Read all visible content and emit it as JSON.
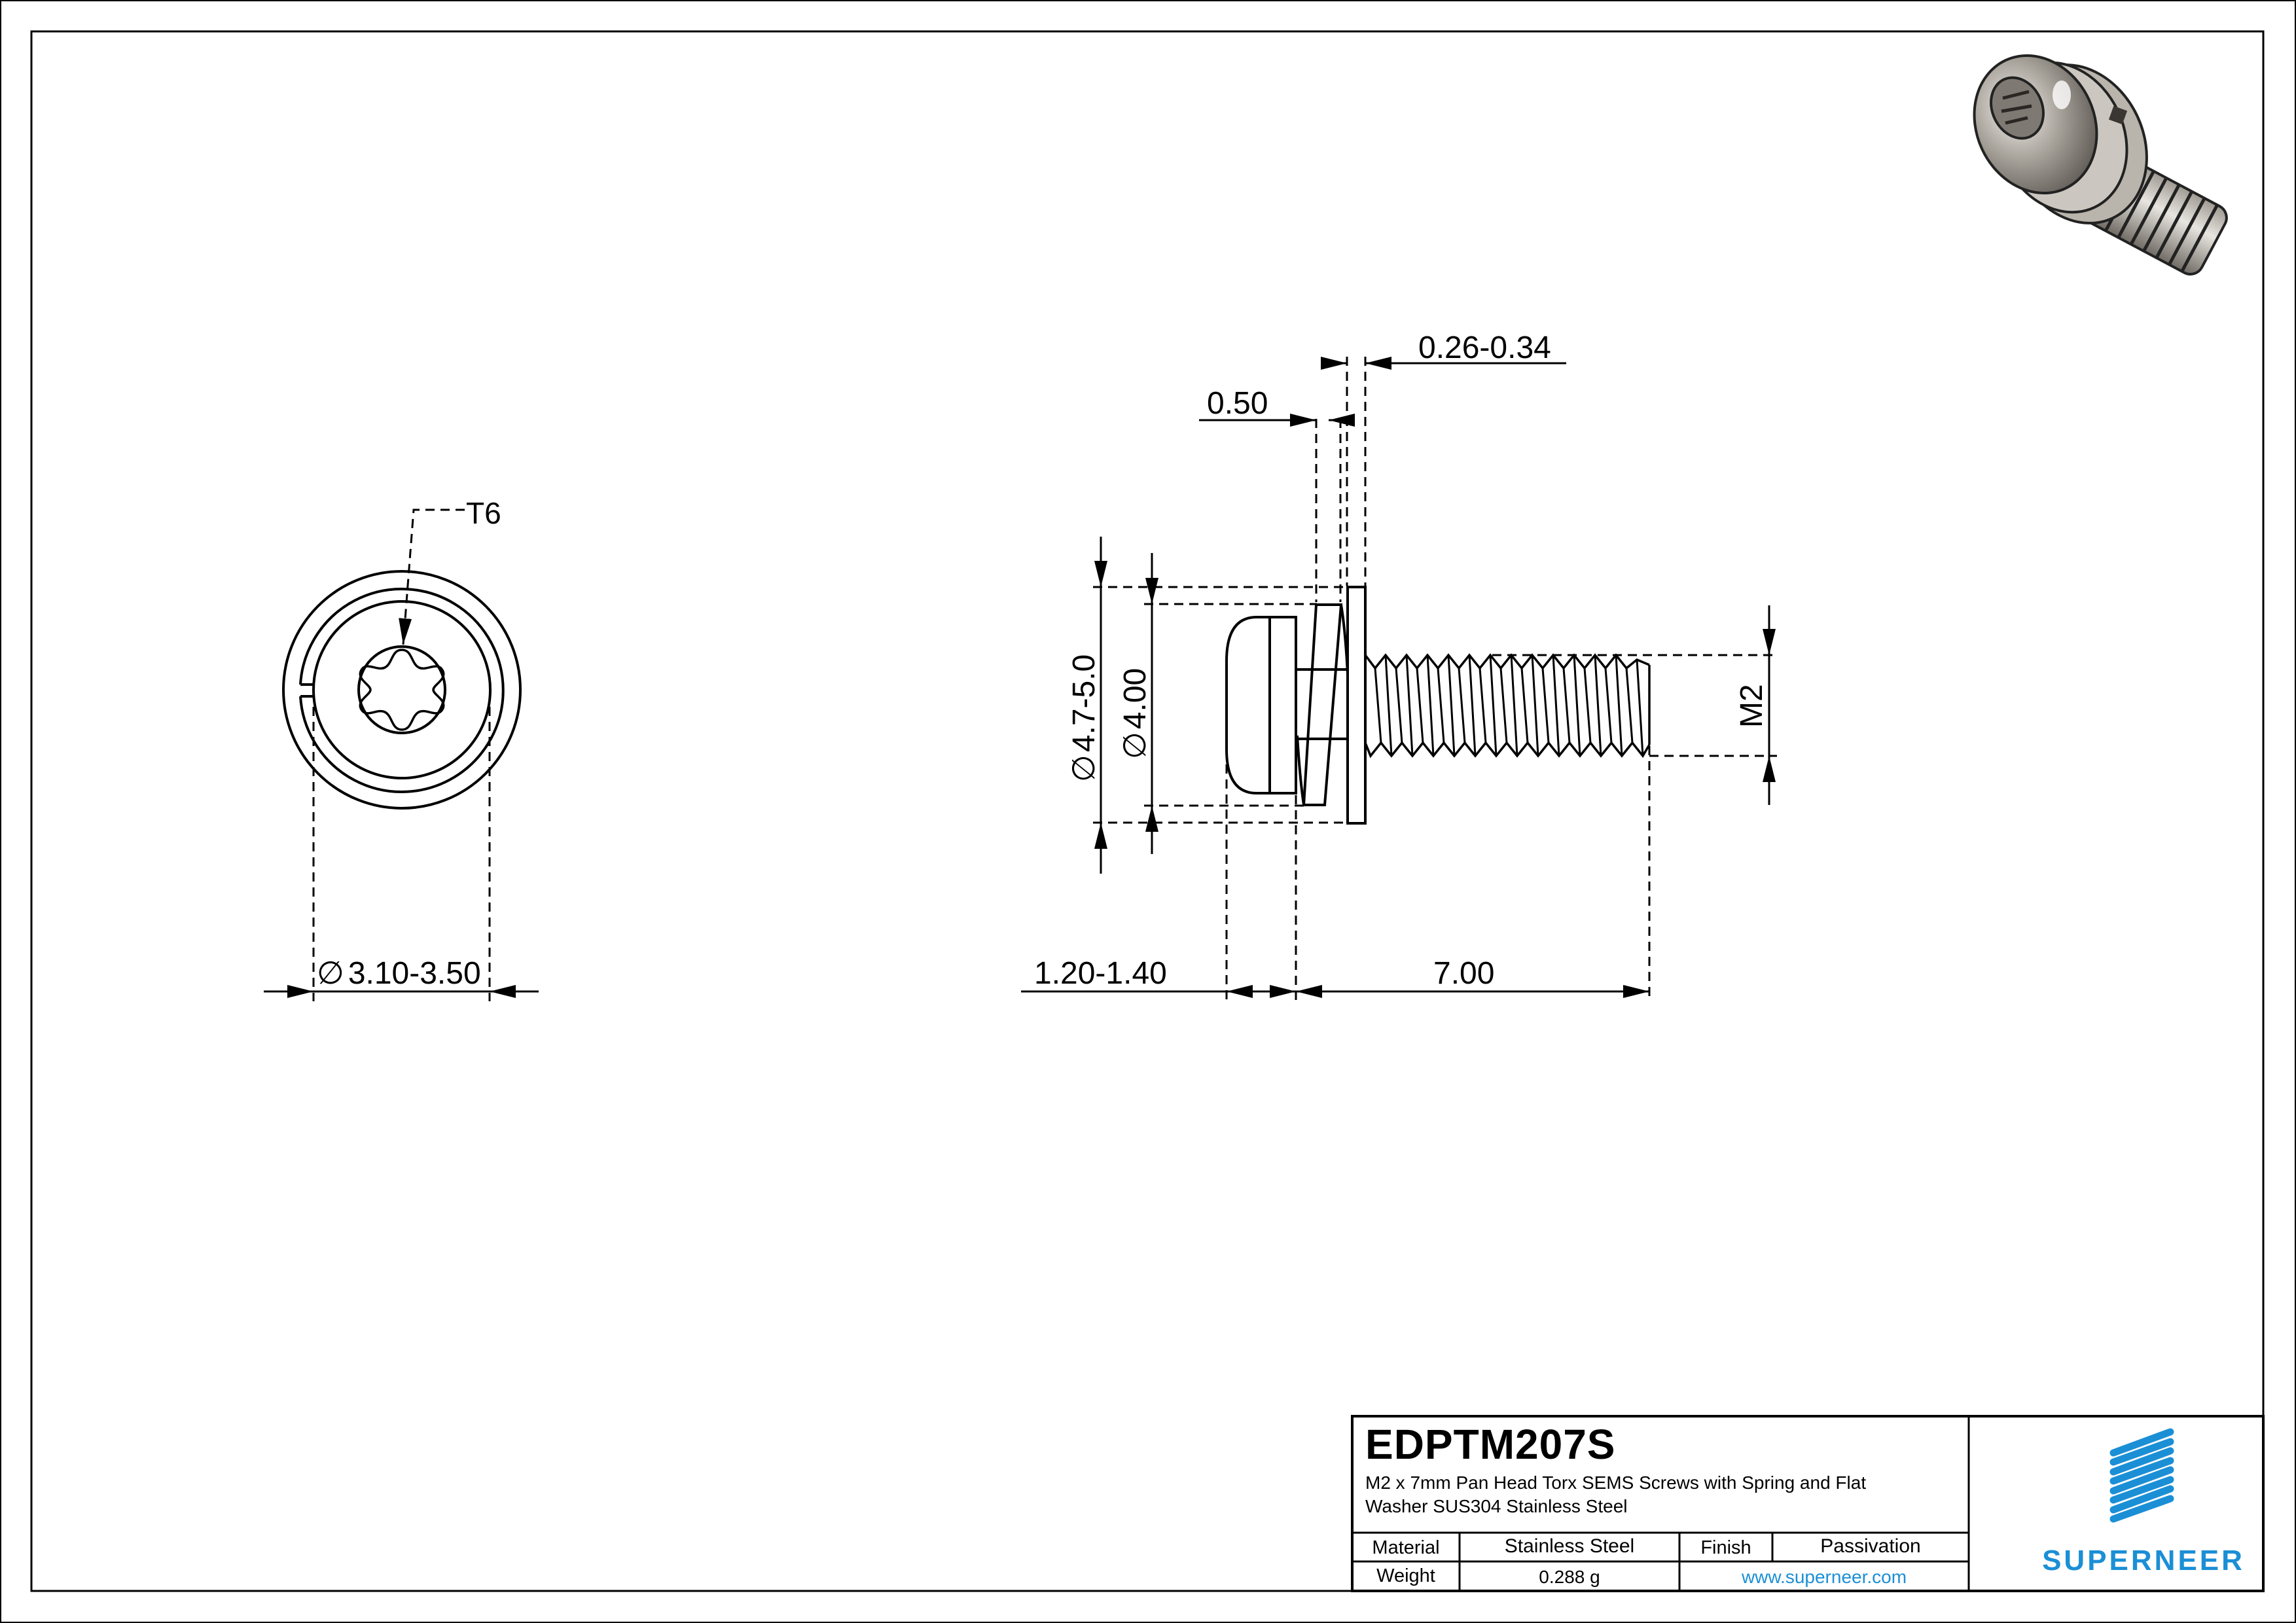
{
  "title_block": {
    "part_number": "EDPTM207S",
    "description_line1": "M2 x 7mm Pan Head Torx SEMS Screws with Spring and Flat",
    "description_line2": "Washer SUS304 Stainless Steel",
    "material_label": "Material",
    "material_value": "Stainless Steel",
    "finish_label": "Finish",
    "finish_value": "Passivation",
    "weight_label": "Weight",
    "weight_value": "0.288 g",
    "website": "www.superneer.com"
  },
  "brand": {
    "name": "SUPERNEER",
    "color": "#1b8fd6",
    "logo_icon": "diagonal-stripes-logo"
  },
  "front_view": {
    "drive_label": "T6",
    "diameter_dim": "3.10-3.50",
    "diameter_symbol": "∅"
  },
  "side_view": {
    "flat_washer_od": "4.7-5.0",
    "spring_washer_od": "4.00",
    "diameter_symbol": "∅",
    "flat_washer_thickness": "0.26-0.34",
    "spring_washer_thickness": "0.50",
    "head_height": "1.20-1.40",
    "length": "7.00",
    "thread": "M2"
  },
  "render_3d": {
    "icon": "sems-screw-3d-render"
  },
  "colors": {
    "line": "#000000",
    "accent": "#1b8fd6"
  }
}
